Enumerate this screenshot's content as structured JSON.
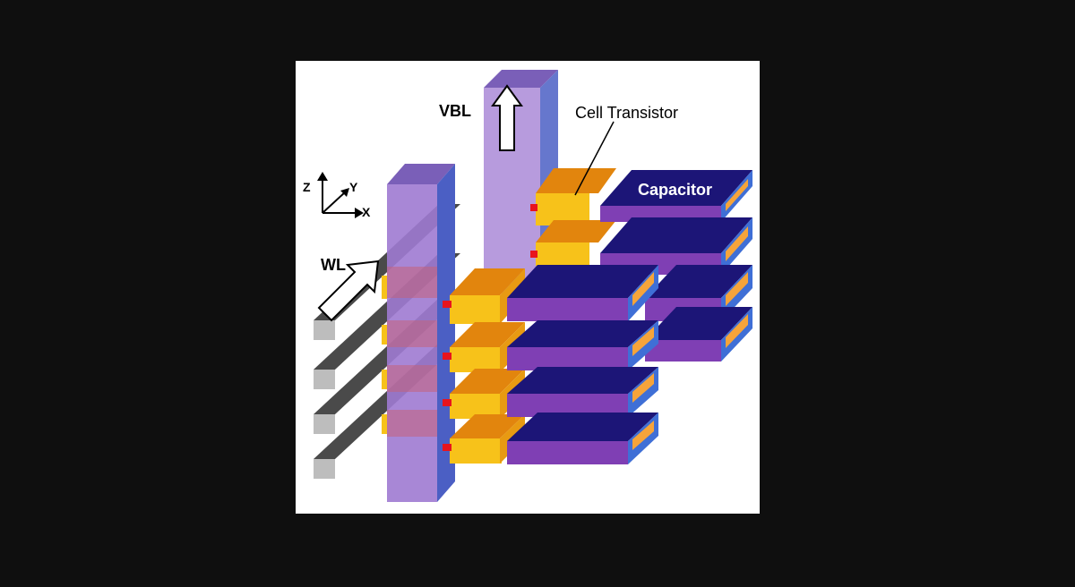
{
  "labels": {
    "vbl": "VBL",
    "wl": "WL",
    "cell_transistor": "Cell Transistor",
    "capacitor": "Capacitor",
    "axis_z": "Z",
    "axis_y": "Y",
    "axis_x": "X"
  },
  "colors": {
    "background": "#0f0f0f",
    "panel": "#ffffff",
    "wordline_front": "#bdbdbd",
    "wordline_top": "#4a4a4a",
    "bitline_front": "#9f7ad1",
    "bitline_side": "#4b5fc4",
    "transistor_top": "#e2850d",
    "transistor_front": "#f7c21a",
    "contact": "#e8141d",
    "capacitor_top": "#1c1577",
    "capacitor_front": "#7f3fb4",
    "capacitor_end": "#f6a43a"
  },
  "icons": [
    "arrow-up-icon",
    "arrow-diagonal-icon",
    "axis-triad-icon"
  ]
}
